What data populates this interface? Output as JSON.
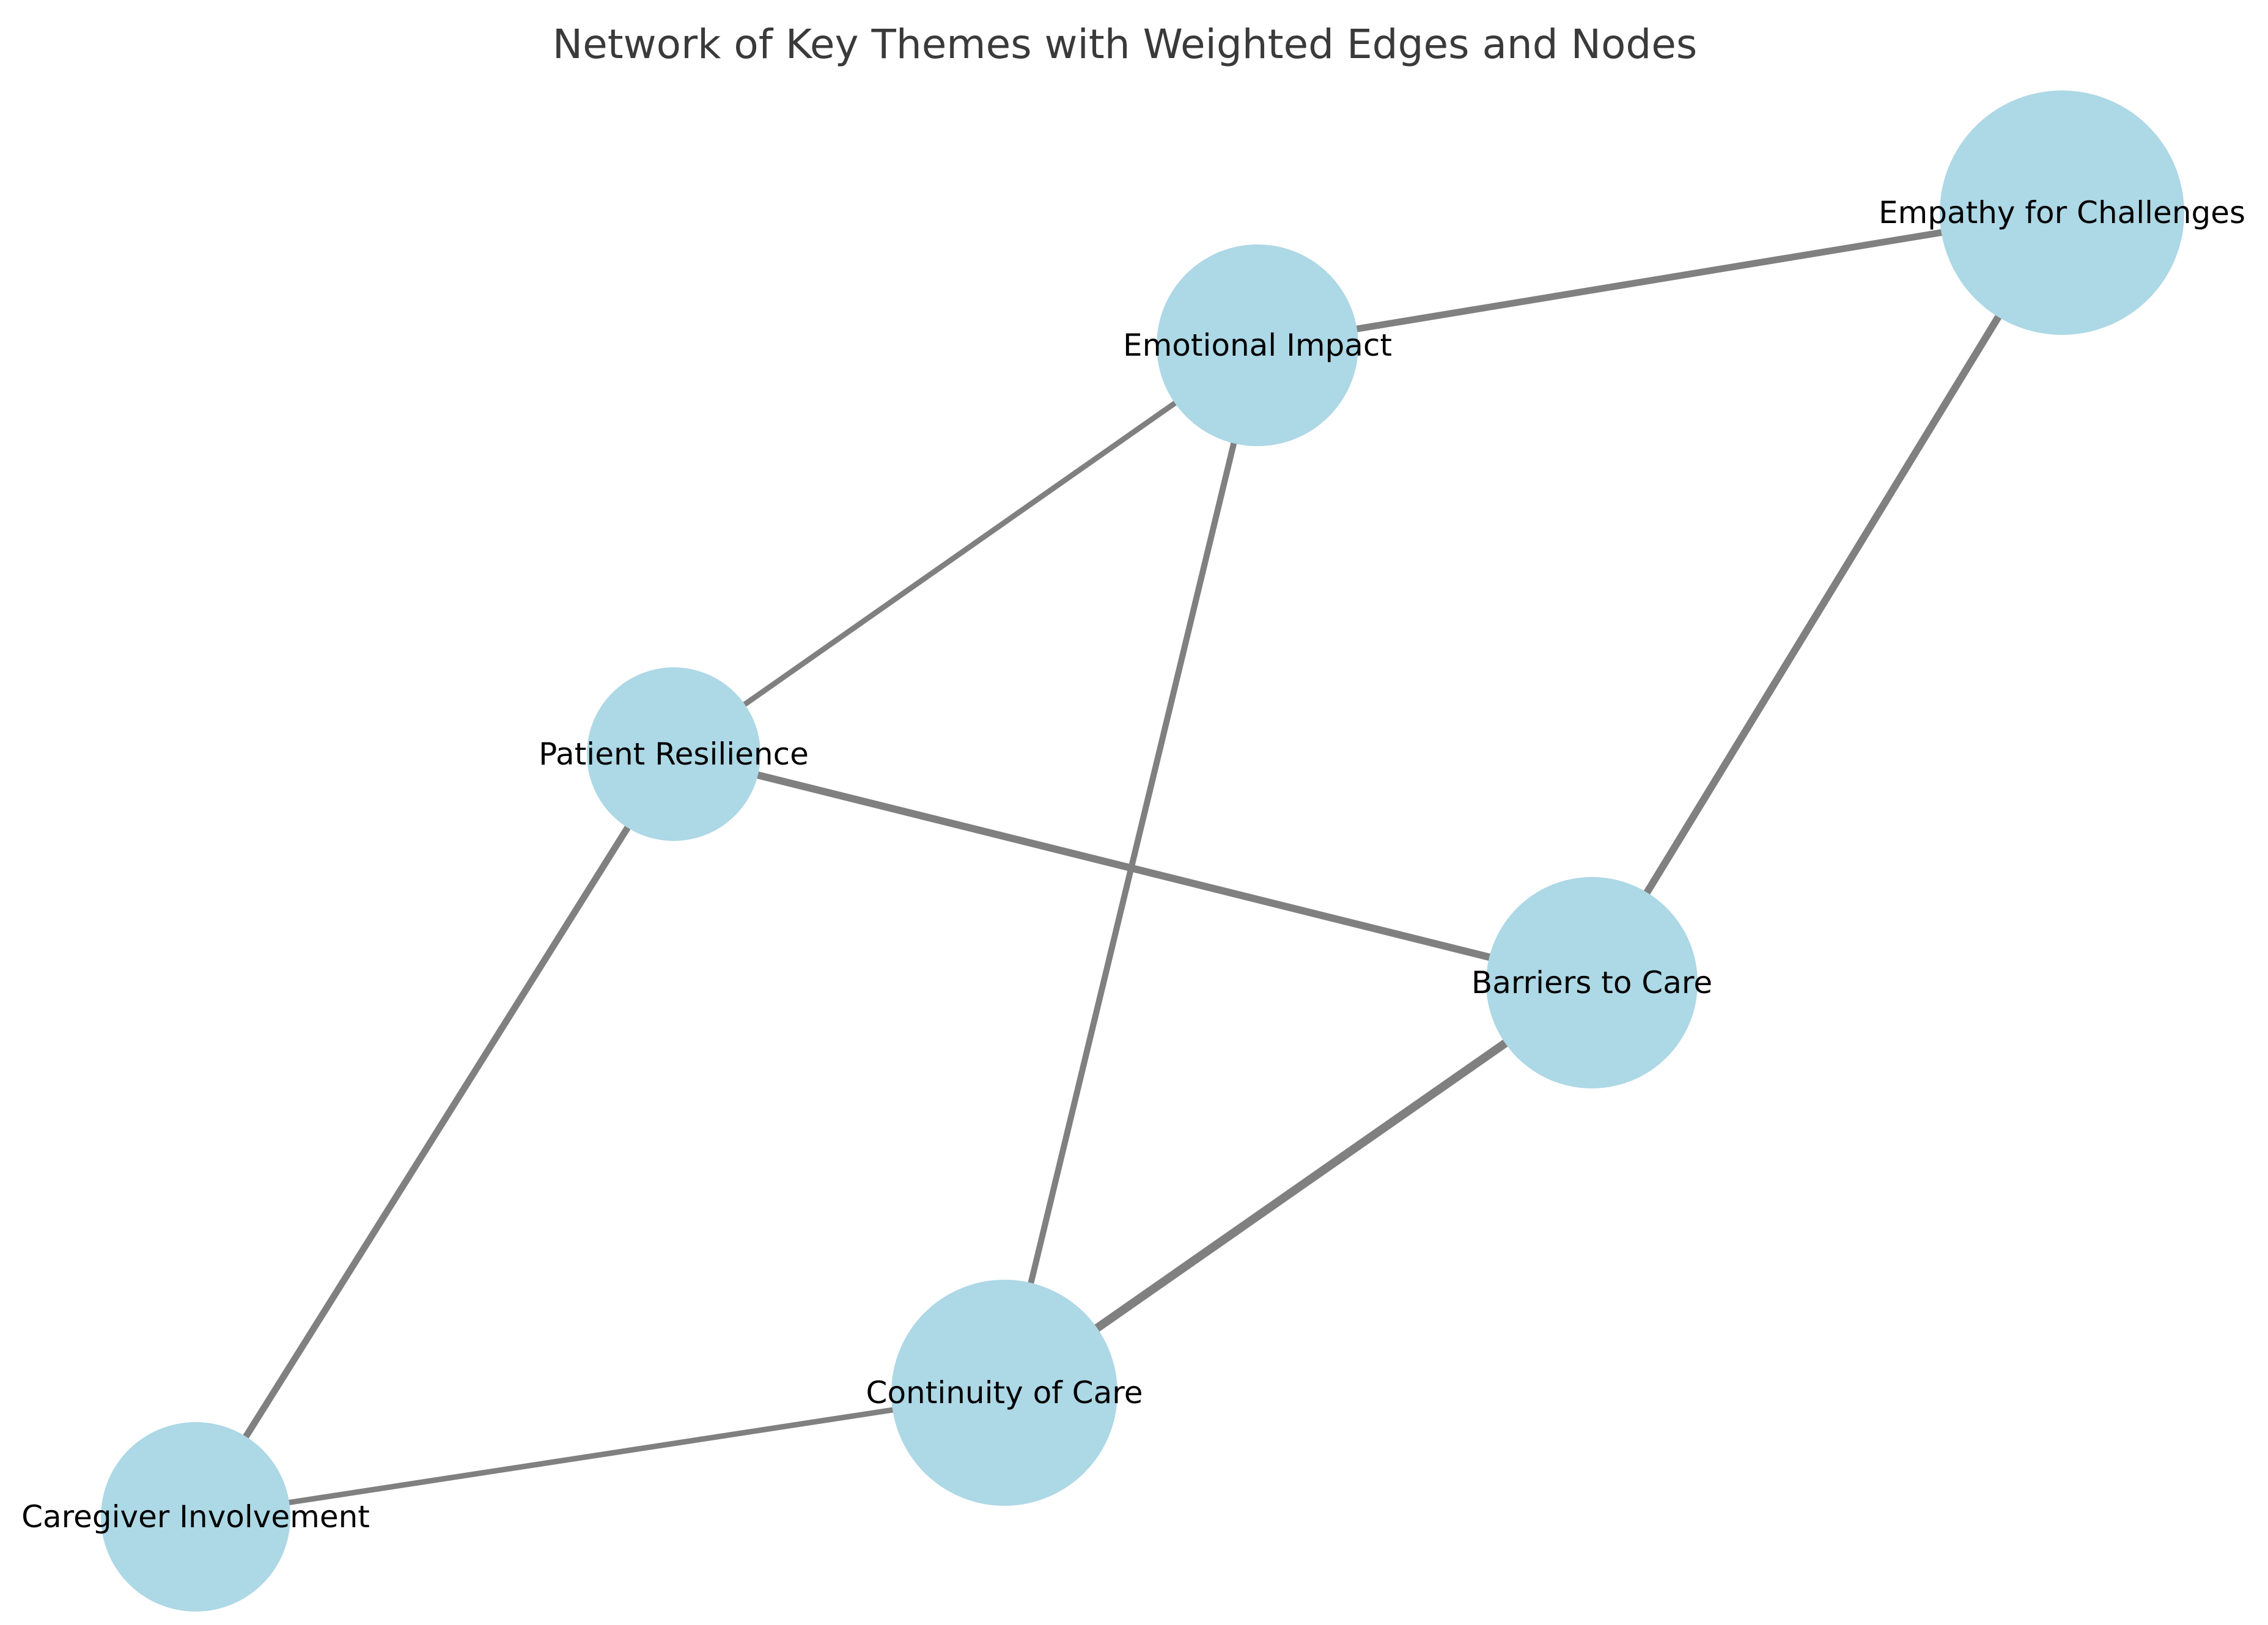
{
  "title": "Network of Key Themes with Weighted Edges and Nodes",
  "colors": {
    "node_fill": "#add8e6",
    "edge": "#808080",
    "label": "#000000",
    "title": "#3a3a3a"
  },
  "nodes": [
    {
      "id": "empathy",
      "label": "Empathy for Challenges"
    },
    {
      "id": "emotional",
      "label": "Emotional Impact"
    },
    {
      "id": "resilience",
      "label": "Patient Resilience"
    },
    {
      "id": "barriers",
      "label": "Barriers to Care"
    },
    {
      "id": "continuity",
      "label": "Continuity of Care"
    },
    {
      "id": "caregiver",
      "label": "Caregiver Involvement"
    }
  ],
  "edges": [
    {
      "source": "emotional",
      "target": "empathy"
    },
    {
      "source": "emotional",
      "target": "resilience"
    },
    {
      "source": "emotional",
      "target": "continuity"
    },
    {
      "source": "empathy",
      "target": "barriers"
    },
    {
      "source": "resilience",
      "target": "barriers"
    },
    {
      "source": "resilience",
      "target": "caregiver"
    },
    {
      "source": "barriers",
      "target": "continuity"
    },
    {
      "source": "continuity",
      "target": "caregiver"
    }
  ]
}
